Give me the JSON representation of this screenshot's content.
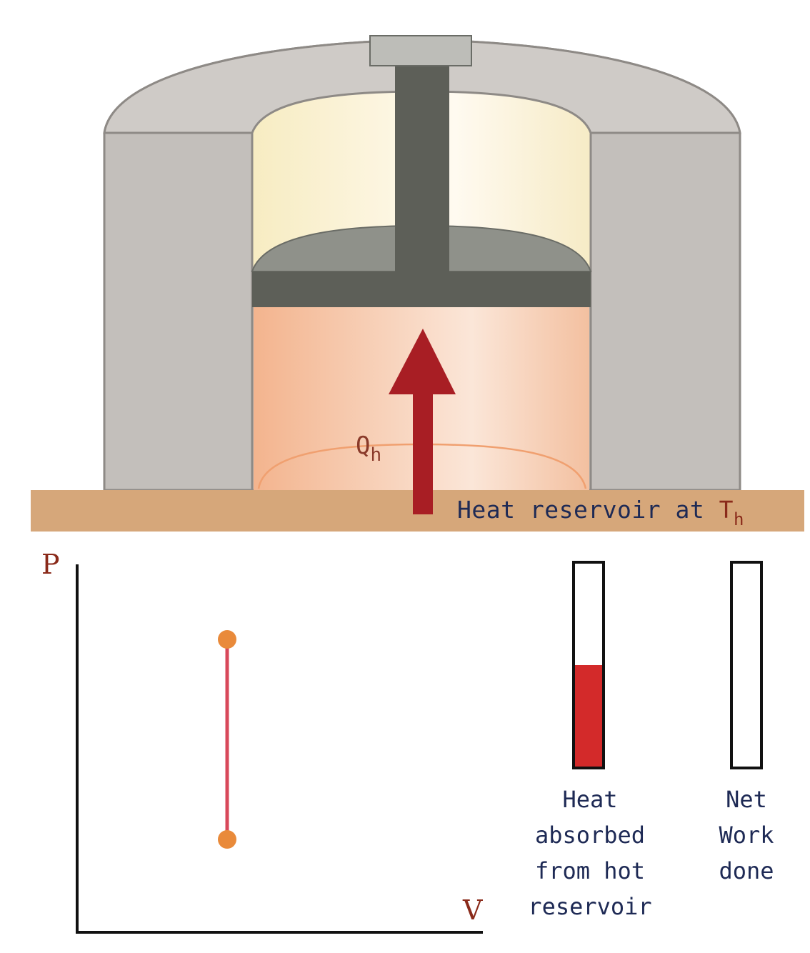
{
  "engine": {
    "heat_label": "Q",
    "heat_label_subscript": "h",
    "reservoir_label": "Heat reservoir at ",
    "reservoir_temp": "T",
    "reservoir_temp_subscript": "h",
    "colors": {
      "insulation": "#c2beba",
      "insulation_edge": "#8e8a86",
      "piston": "#5d5f58",
      "gas_hot": "#f6c7a6",
      "gas_cold": "#fdf6dc",
      "reservoir": "#d6a77a",
      "arrow": "#a81e24"
    }
  },
  "pv_diagram": {
    "y_axis_label": "P",
    "x_axis_label": "V",
    "process_color": "#d8485a",
    "state_point_color": "#e98a3a",
    "segment": {
      "from": {
        "V": 1,
        "P": 1
      },
      "to": {
        "V": 1,
        "P": 3
      }
    }
  },
  "meters": [
    {
      "id": "heat",
      "caption": "Heat\nabsorbed\nfrom hot\nreservoir",
      "fill_fraction": 0.5
    },
    {
      "id": "work",
      "caption": "Net\nWork\ndone",
      "fill_fraction": 0
    }
  ]
}
